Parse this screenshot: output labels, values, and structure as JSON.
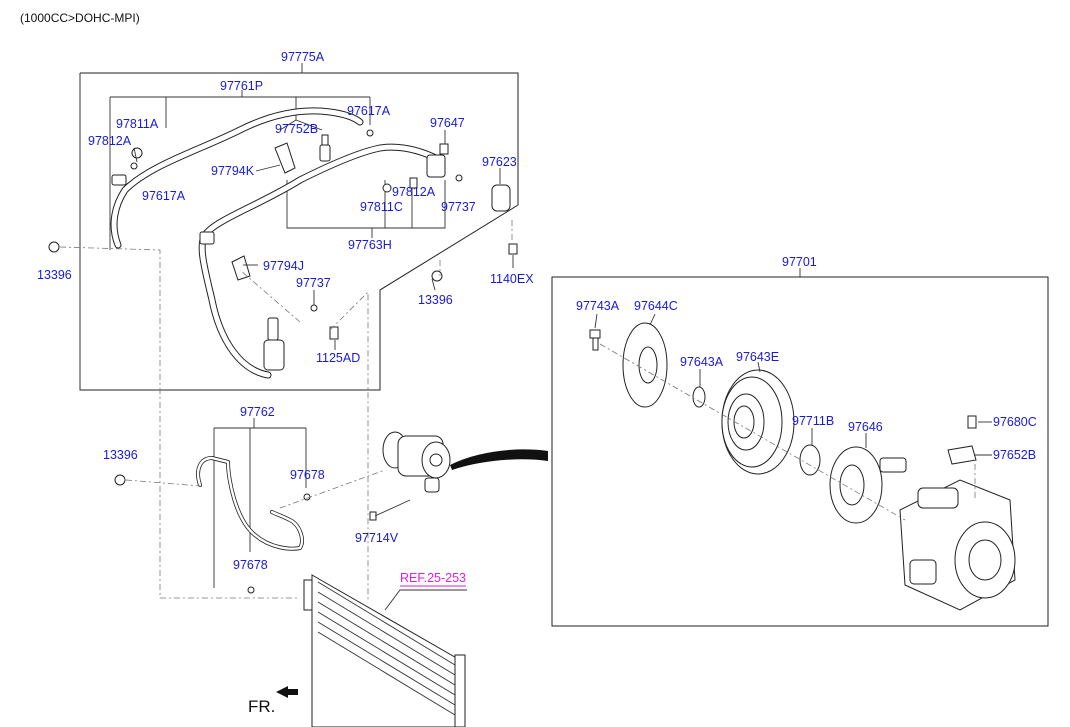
{
  "header": {
    "engine_note": "(1000CC>DOHC-MPI)"
  },
  "labels": {
    "l97775A": "97775A",
    "l97761P": "97761P",
    "l97811A": "97811A",
    "l97812A_left": "97812A",
    "l97752B": "97752B",
    "l97617A_top": "97617A",
    "l97647": "97647",
    "l97623": "97623",
    "l97794K": "97794K",
    "l97617A_left": "97617A",
    "l97812A_mid": "97812A",
    "l97811C": "97811C",
    "l97737_right": "97737",
    "l97763H": "97763H",
    "l13396_left": "13396",
    "l97794J": "97794J",
    "l97737_mid": "97737",
    "l13396_mid": "13396",
    "l1140EX": "1140EX",
    "l1125AD": "1125AD",
    "l97762": "97762",
    "l13396_lower": "13396",
    "l97678_right": "97678",
    "l97678_lower": "97678",
    "l97714V": "97714V",
    "l97701": "97701",
    "l97743A": "97743A",
    "l97644C": "97644C",
    "l97643A": "97643A",
    "l97643E": "97643E",
    "l97711B": "97711B",
    "l97646": "97646",
    "l97680C": "97680C",
    "l97652B": "97652B"
  },
  "reference": "REF.25-253",
  "front_marker": "FR.",
  "colors": {
    "part_number": "#1a1ad6",
    "reference": "#e61ee0",
    "lines": "#222222"
  },
  "icons": {
    "front_arrow": "arrow-left-icon"
  }
}
